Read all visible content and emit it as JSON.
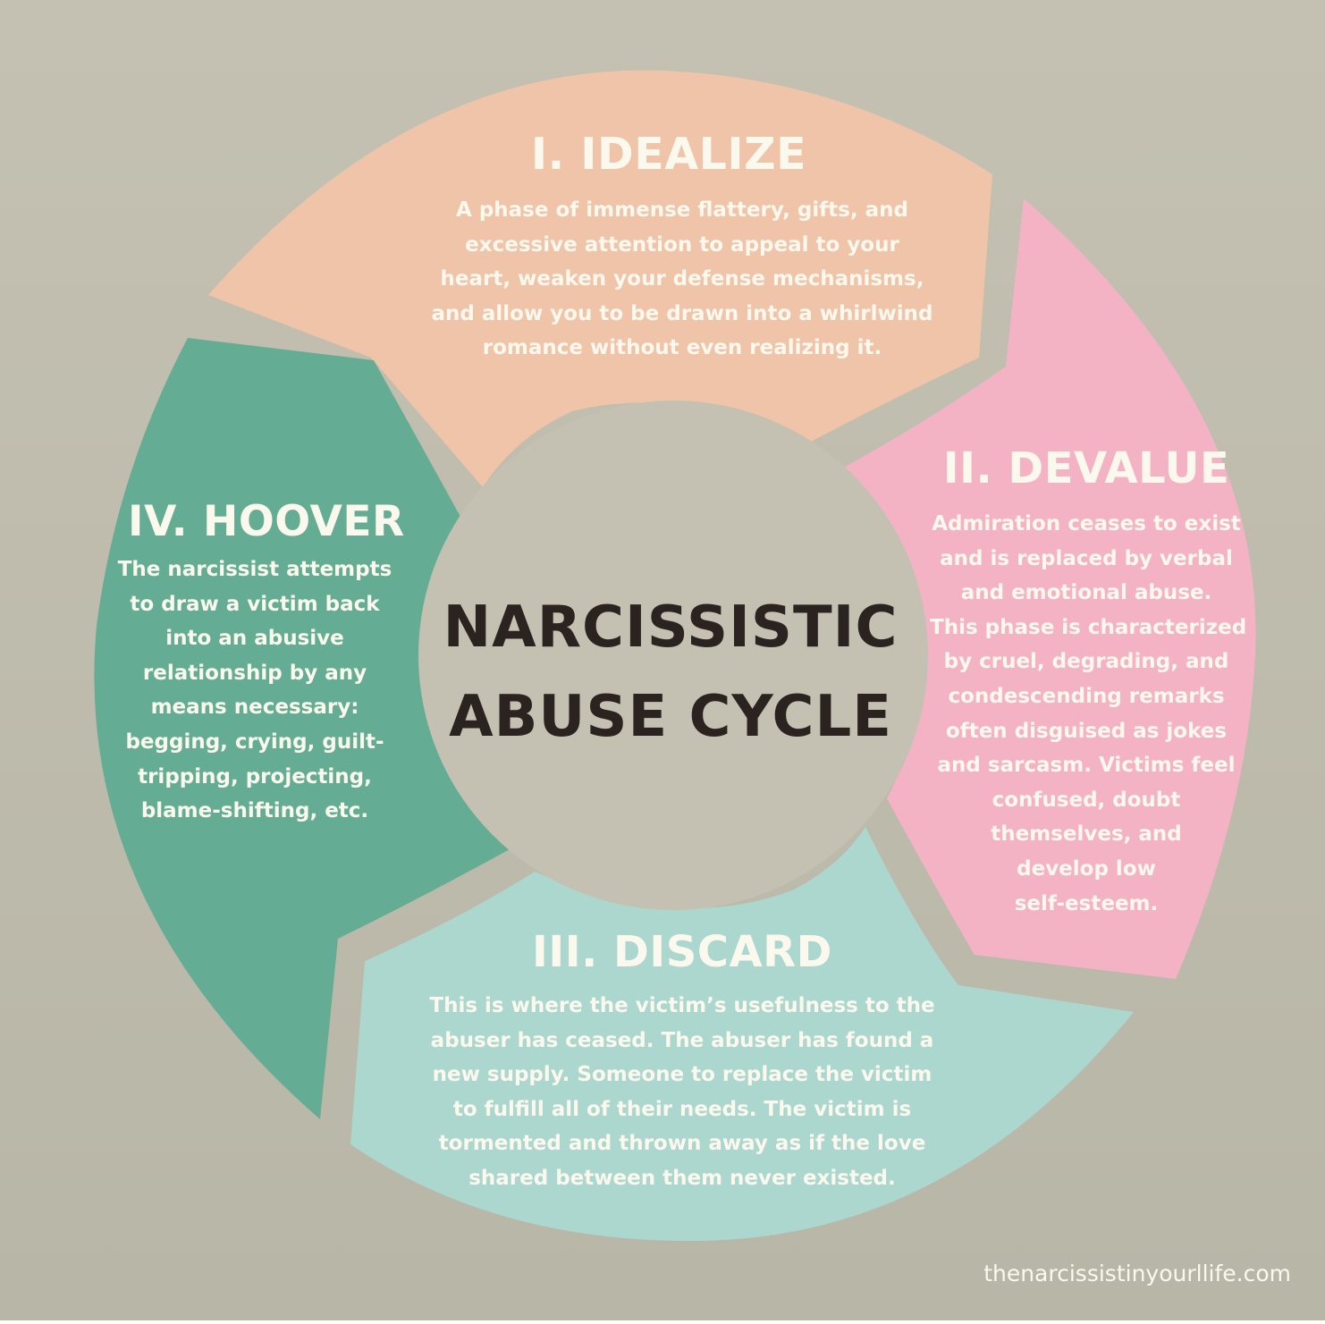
{
  "colors": {
    "background": "#c4c1b2",
    "idealize": "#efc4a8",
    "devalue": "#f4b3c4",
    "discard": "#acd7cf",
    "hoover": "#64ad94",
    "text_light": "#fbf8ee",
    "text_dark": "#2b2320"
  },
  "center": {
    "line1": "NARCISSISTIC",
    "line2": "ABUSE CYCLE"
  },
  "phases": {
    "idealize": {
      "title": "I. IDEALIZE",
      "lines": [
        "A phase of immense flattery, gifts, and",
        "excessive attention to appeal to your",
        "heart, weaken your defense mechanisms,",
        "and allow you to be drawn into a whirlwind",
        "romance without even realizing it."
      ]
    },
    "devalue": {
      "title": "II. DEVALUE",
      "lines": [
        "Admiration ceases to exist",
        "and is replaced by verbal",
        "and emotional abuse.",
        "This phase is characterized",
        "by cruel, degrading, and",
        "condescending remarks",
        "often disguised as jokes",
        "and sarcasm. Victims feel",
        "confused, doubt",
        "themselves, and",
        "develop low",
        "self-esteem."
      ]
    },
    "discard": {
      "title": "III. DISCARD",
      "lines": [
        "This is where the victim’s usefulness to the",
        "abuser has ceased. The abuser has found a",
        "new supply. Someone to replace the victim",
        "to fulfill all of their needs. The victim is",
        "tormented and thrown away as if the love",
        "shared between them never existed."
      ]
    },
    "hoover": {
      "title": "IV. HOOVER",
      "lines": [
        "The narcissist attempts",
        "to draw a victim back",
        "into an abusive",
        "relationship by any",
        "means necessary:",
        "begging, crying, guilt-",
        "tripping, projecting,",
        "blame-shifting, etc."
      ]
    }
  },
  "source": "thenarcissistinyourllife.com"
}
